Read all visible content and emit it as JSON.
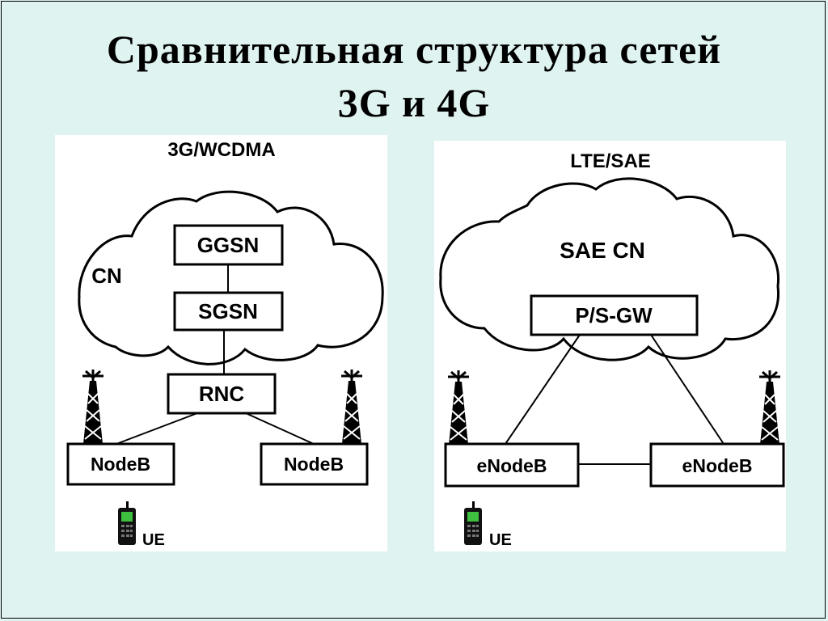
{
  "slide": {
    "title_line1": "Сравнительная структура сетей",
    "title_line2": "3G и 4G"
  },
  "diagram_3g": {
    "heading": "3G/WCDMA",
    "cloud_label": "CN",
    "ggsn": "GGSN",
    "sgsn": "SGSN",
    "rnc": "RNC",
    "nodeb_left": "NodeB",
    "nodeb_right": "NodeB",
    "ue": "UE"
  },
  "diagram_4g": {
    "heading": "LTE/SAE",
    "cloud_label": "SAE CN",
    "gateway": "P/S-GW",
    "enodeb_left": "eNodeB",
    "enodeb_right": "eNodeB",
    "ue": "UE"
  },
  "colors": {
    "background": "#dff3f1",
    "panel": "#ffffff",
    "ink": "#000000",
    "phone_screen": "#3fbf3f"
  }
}
